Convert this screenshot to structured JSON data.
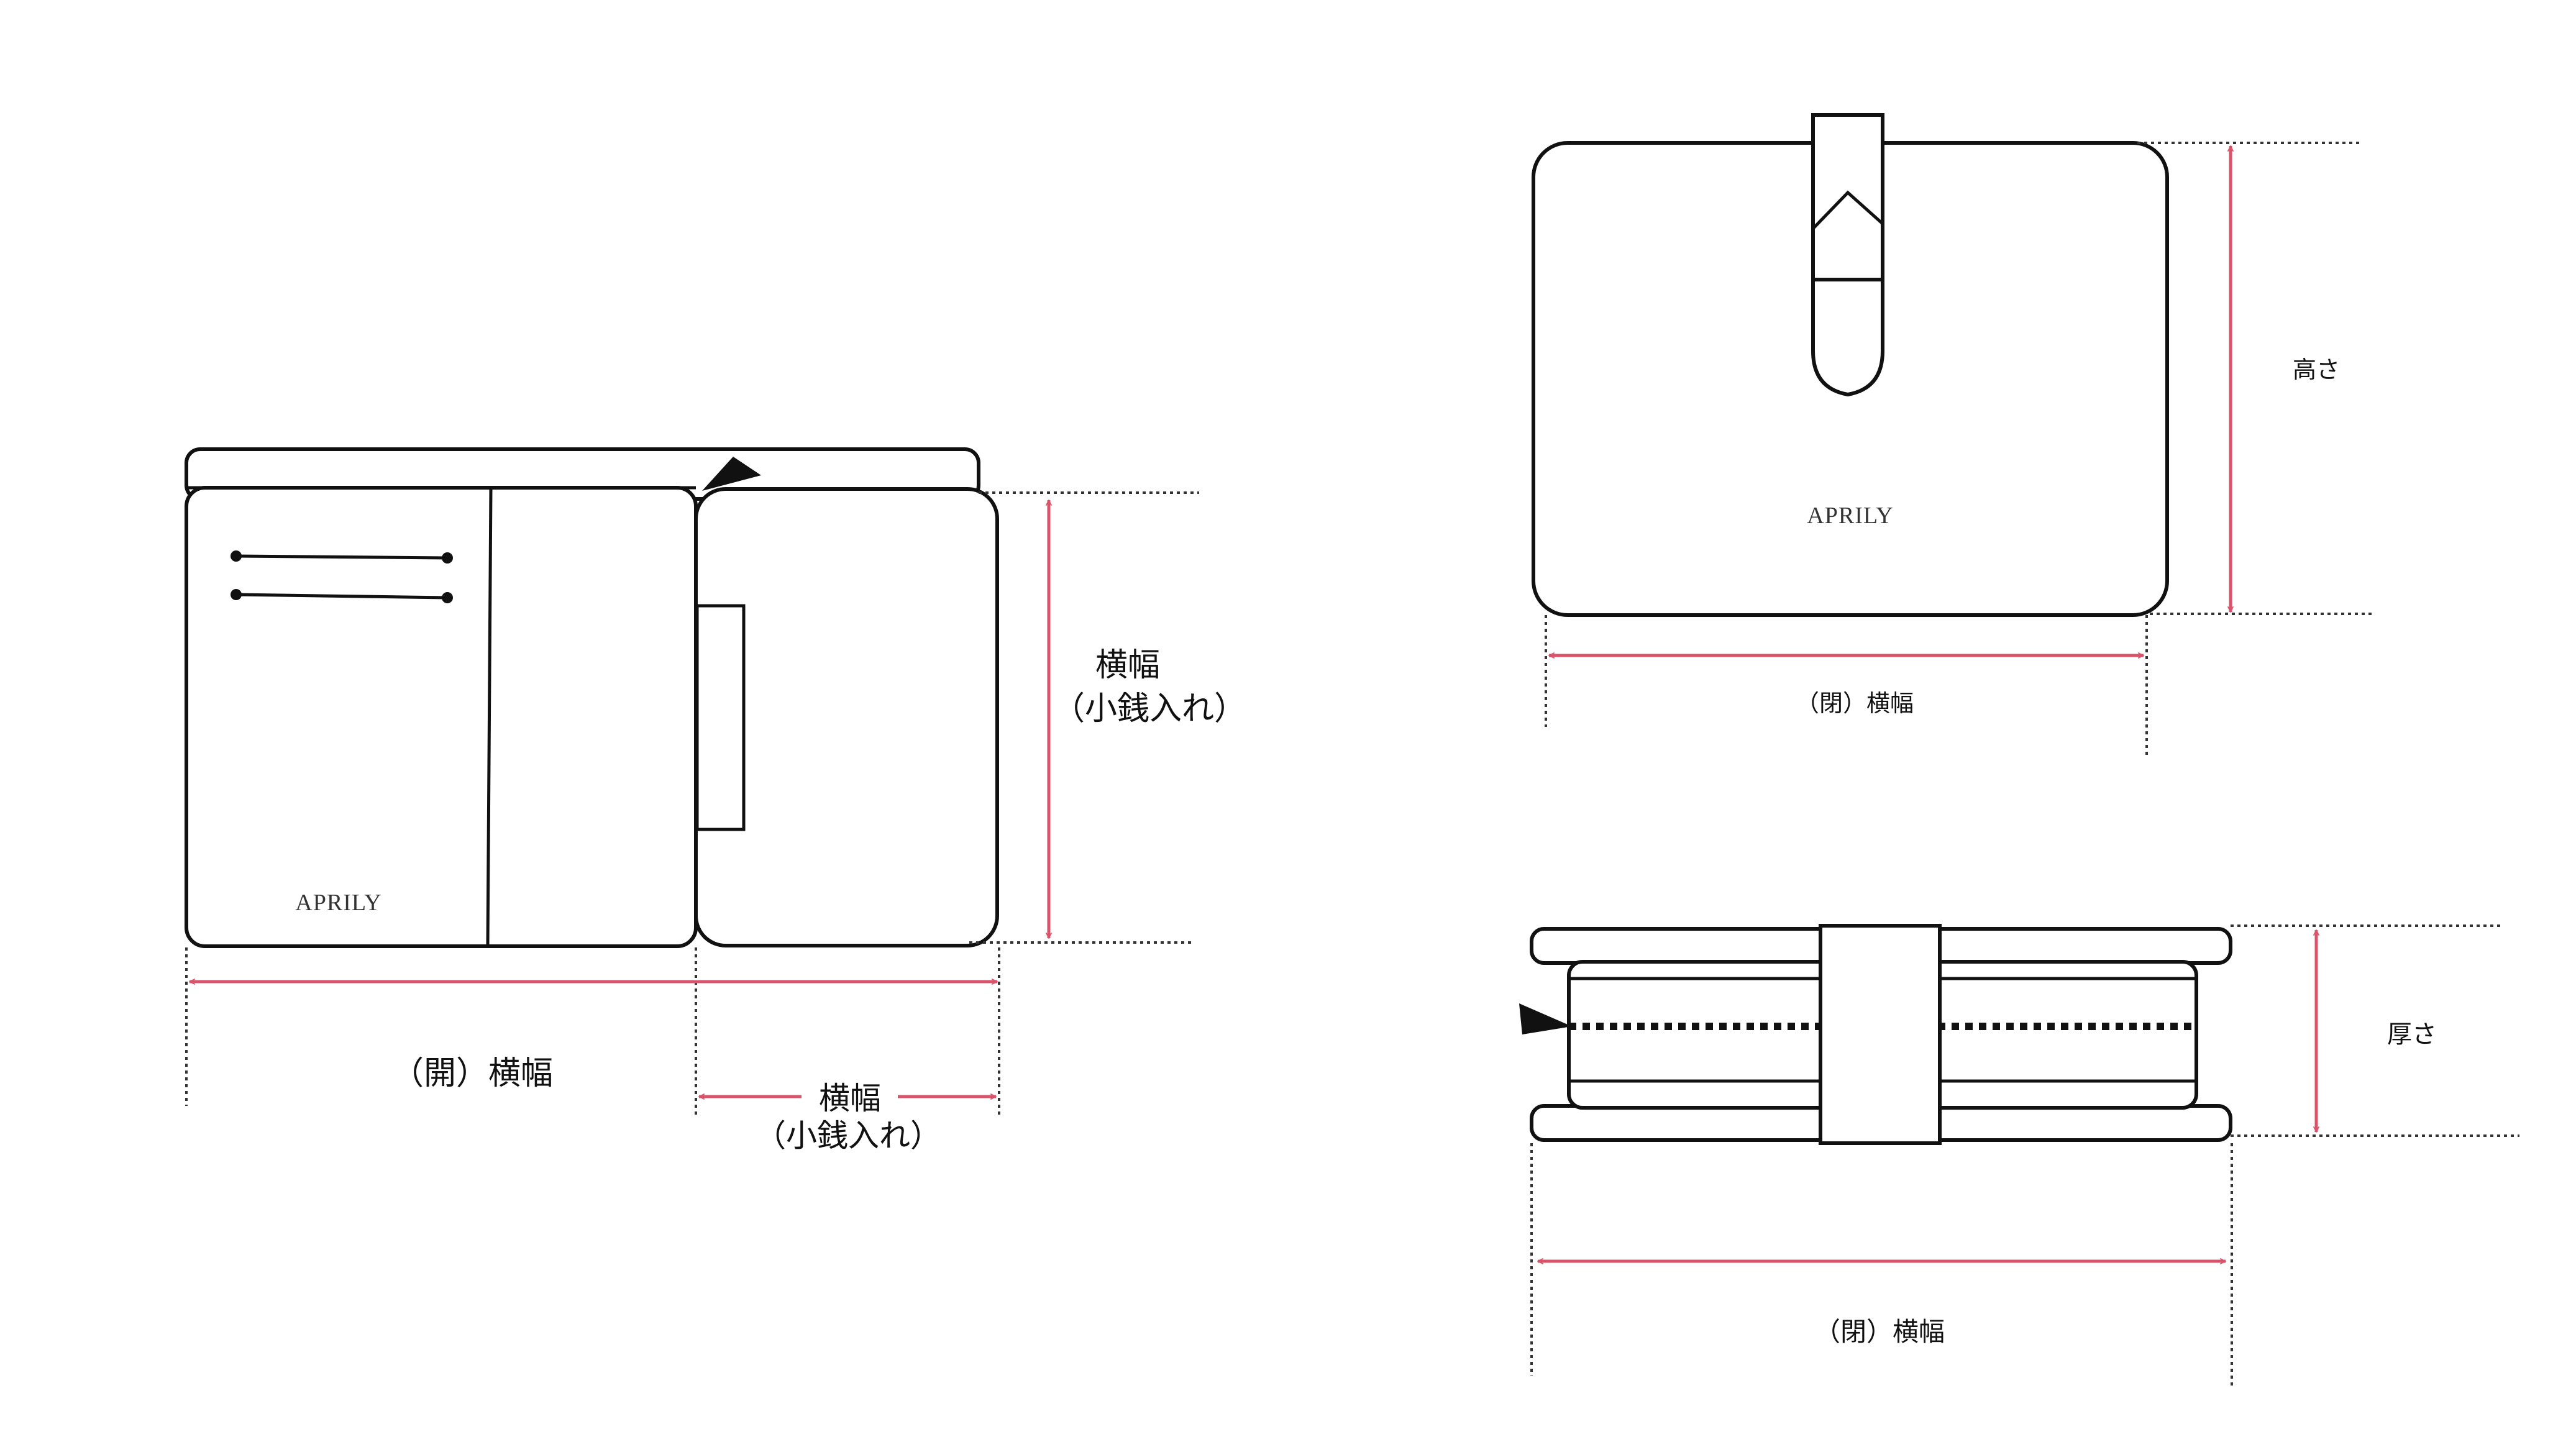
{
  "colors": {
    "outline": "#111111",
    "dimension": "#d9536a",
    "background": "#ffffff"
  },
  "open_view": {
    "brand": "APRILY",
    "width_open_label": "（開）横幅",
    "coin_width_label_line1": "横幅",
    "coin_width_label_line2": "（小銭入れ）",
    "coin_height_label_line1": "横幅",
    "coin_height_label_line2": "（小銭入れ）"
  },
  "closed_front_view": {
    "brand": "APRILY",
    "height_label": "高さ",
    "width_closed_label": "（閉）横幅"
  },
  "closed_side_view": {
    "thickness_label": "厚さ",
    "width_closed_label": "（閉）横幅"
  }
}
